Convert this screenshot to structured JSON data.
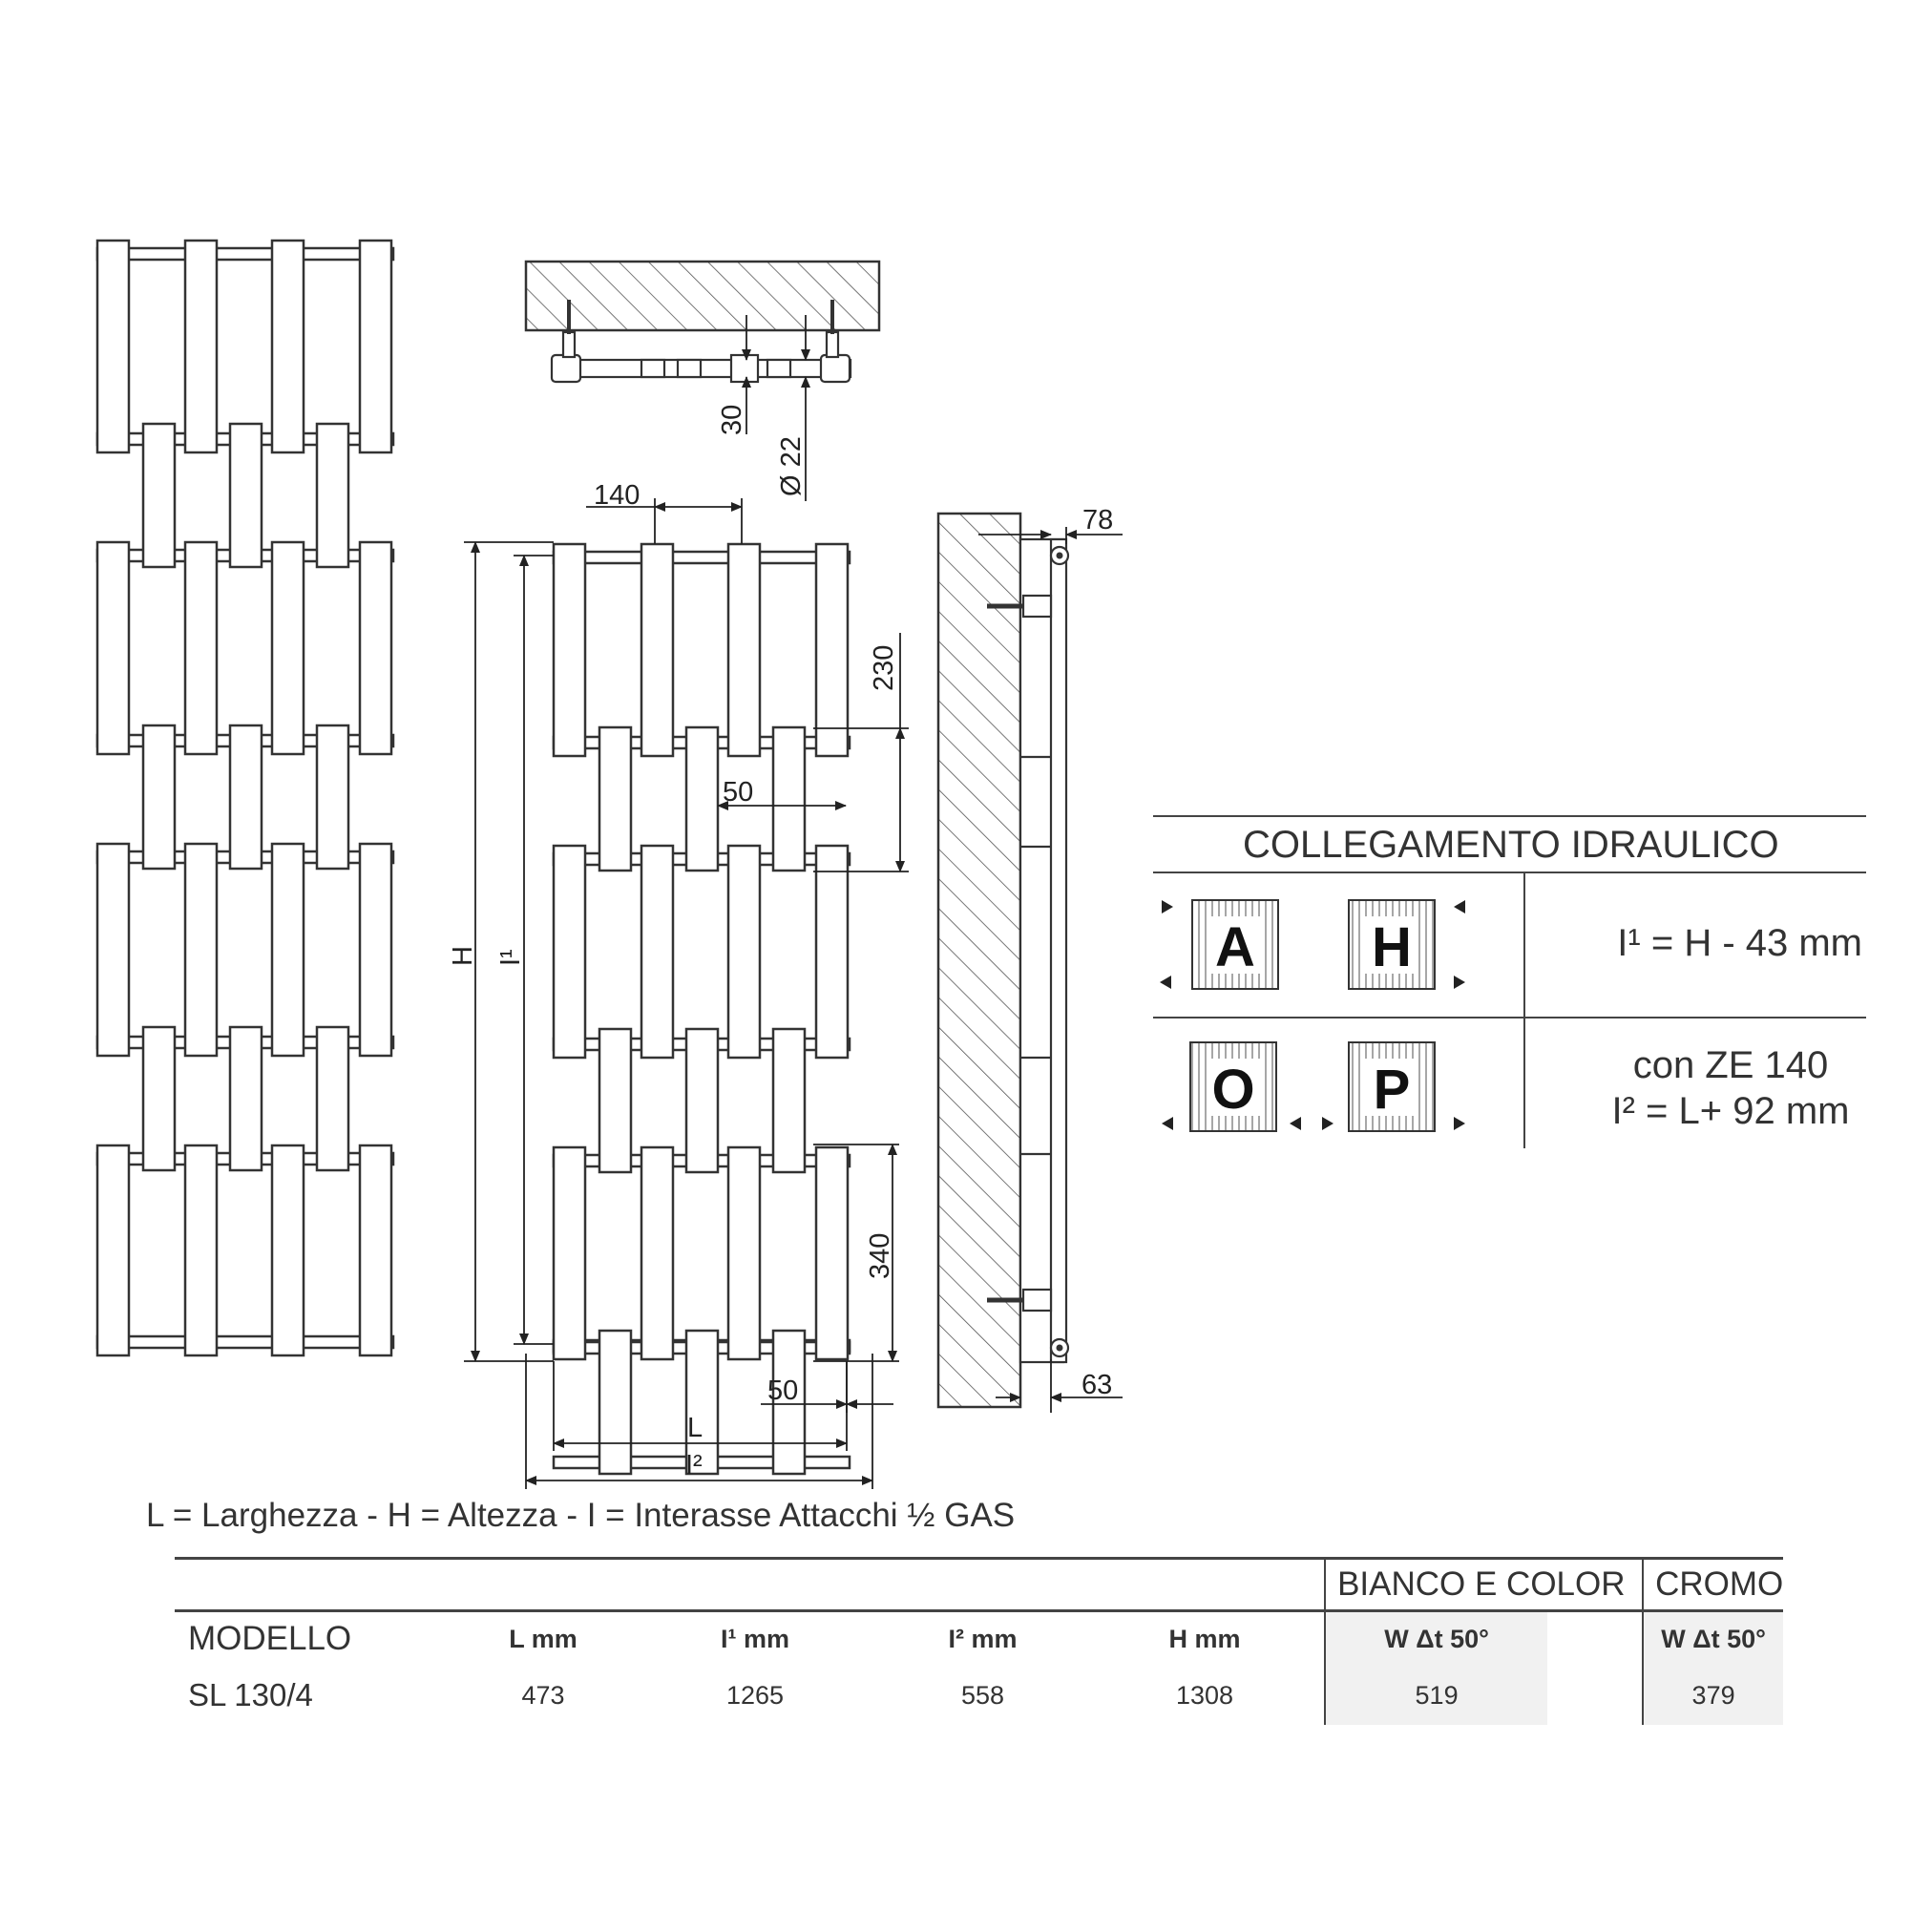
{
  "dimensions": {
    "d140": "140",
    "d30": "30",
    "d22": "Ø 22",
    "d78": "78",
    "d230": "230",
    "d50_mid": "50",
    "d340": "340",
    "d50_bottom": "50",
    "d63": "63",
    "label_H": "H",
    "label_I1": "I¹",
    "label_L": "L",
    "label_I2": "I²"
  },
  "connection": {
    "title": "COLLEGAMENTO IDRAULICO",
    "row1_icons": [
      "A",
      "H"
    ],
    "row1_text": "I¹ = H - 43 mm",
    "row2_icons": [
      "O",
      "P"
    ],
    "row2_text_line1": "con ZE 140",
    "row2_text_line2": "I² = L+ 92 mm"
  },
  "legend": "L = Larghezza - H = Altezza - I = Interasse Attacchi ½ GAS",
  "table": {
    "group_bianco": "BIANCO E COLOR",
    "group_cromo": "CROMO",
    "headers": {
      "model": "MODELLO",
      "l": "L mm",
      "i1": "I¹ mm",
      "i2": "I² mm",
      "h": "H mm",
      "w_bianco": "W Δt 50°",
      "w_cromo": "W Δt 50°"
    },
    "rows": [
      {
        "model": "SL 130/4",
        "l": "473",
        "i1": "1265",
        "i2": "558",
        "h": "1308",
        "w_bianco": "519",
        "w_cromo": "379"
      }
    ]
  }
}
